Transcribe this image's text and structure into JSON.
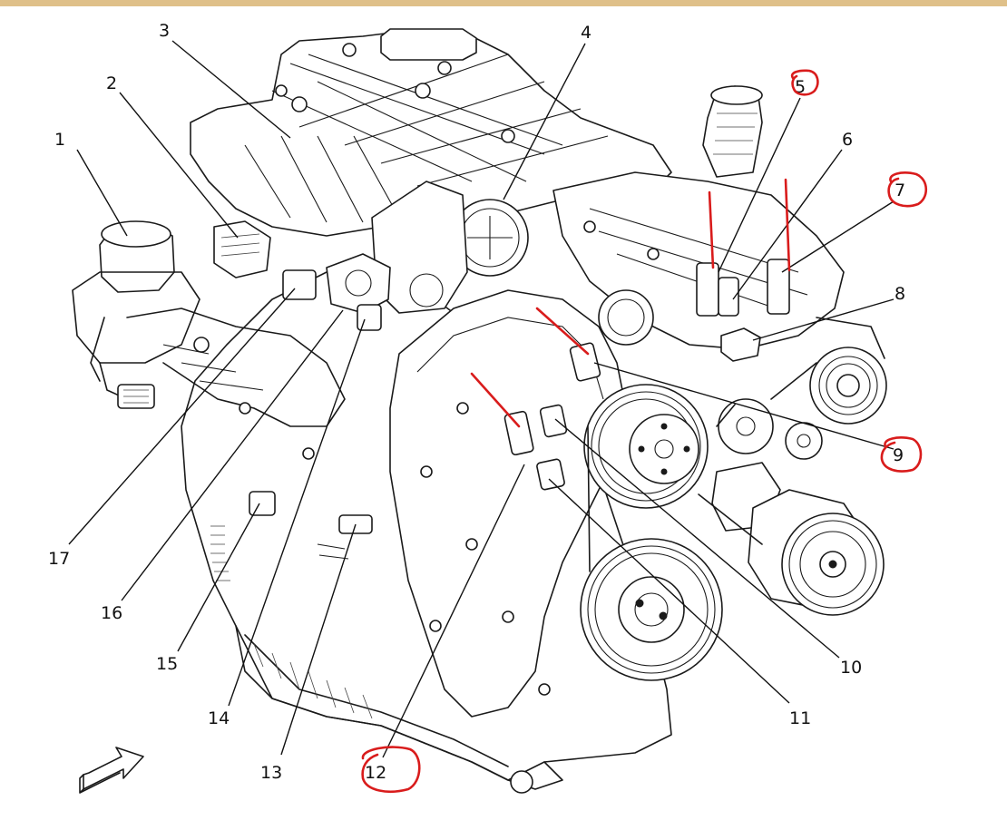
{
  "callouts": [
    {
      "id": "1",
      "text": "1",
      "circled": false
    },
    {
      "id": "2",
      "text": "2",
      "circled": false
    },
    {
      "id": "3",
      "text": "3",
      "circled": false
    },
    {
      "id": "4",
      "text": "4",
      "circled": false
    },
    {
      "id": "5",
      "text": "5",
      "circled": true
    },
    {
      "id": "6",
      "text": "6",
      "circled": false
    },
    {
      "id": "7",
      "text": "7",
      "circled": true
    },
    {
      "id": "8",
      "text": "8",
      "circled": false
    },
    {
      "id": "9",
      "text": "9",
      "circled": true
    },
    {
      "id": "10",
      "text": "10",
      "circled": false
    },
    {
      "id": "11",
      "text": "11",
      "circled": false
    },
    {
      "id": "12",
      "text": "12",
      "circled": true
    },
    {
      "id": "13",
      "text": "13",
      "circled": false
    },
    {
      "id": "14",
      "text": "14",
      "circled": false
    },
    {
      "id": "15",
      "text": "15",
      "circled": false
    },
    {
      "id": "16",
      "text": "16",
      "circled": false
    },
    {
      "id": "17",
      "text": "17",
      "circled": false
    }
  ],
  "colors": {
    "linework": "#1a1a1a",
    "annotation": "#d91c1c",
    "frame": "#dfc089",
    "background": "#ffffff"
  },
  "icons": {
    "direction_arrow": "front-direction-arrow-icon"
  }
}
